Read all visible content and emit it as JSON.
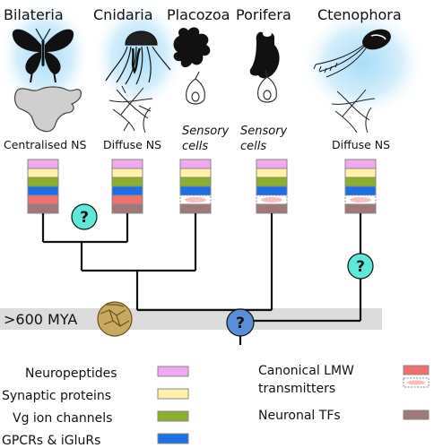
{
  "clades": [
    {
      "name": "Bilateria",
      "nervous_system": "Centralised NS",
      "ns_style": "normal"
    },
    {
      "name": "Cnidaria",
      "nervous_system": "Diffuse NS",
      "ns_style": "normal"
    },
    {
      "name": "Placozoa",
      "nervous_system": "Sensory cells",
      "ns_style": "italic"
    },
    {
      "name": "Porifera",
      "nervous_system": "Sensory cells",
      "ns_style": "italic"
    },
    {
      "name": "Ctenophora",
      "nervous_system": "Diffuse NS",
      "ns_style": "normal"
    }
  ],
  "nervous_system_lines": {
    "placozoa": [
      "Sensory",
      "cells"
    ],
    "porifera": [
      "Sensory",
      "cells"
    ]
  },
  "time_band": {
    "label": ">600 MYA",
    "color": "#dcdcdc"
  },
  "unknown_node_symbol": "?",
  "node_colors": {
    "cnidaria_bilateria": "#5ee8d8",
    "ctenophora": "#5ee8d8",
    "root": "#5a8fd8"
  },
  "legend": {
    "neuropeptides": {
      "label": "Neuropeptides",
      "color": "#f0a8f0"
    },
    "synaptic_proteins": {
      "label": "Synaptic proteins",
      "color": "#fff2a8"
    },
    "vg_ion_channels": {
      "label": "Vg ion channels",
      "color": "#8ab02c"
    },
    "gpcrs_iglurs": {
      "label": "GPCRs & iGluRs",
      "color": "#1e6ee8"
    },
    "canonical_lmw": {
      "label_line1": "Canonical LMW",
      "label_line2": "transmitters",
      "color": "#f07070"
    },
    "neuronal_tfs": {
      "label": "Neuronal TFs",
      "color": "#a07878"
    }
  },
  "icons": [
    "butterfly-icon",
    "jellyfish-icon",
    "placozoan-icon",
    "sponge-icon",
    "comb-jelly-icon",
    "brain-icon",
    "nerve-net-icon",
    "sensory-cell-icon",
    "fossil-embryo-icon"
  ]
}
